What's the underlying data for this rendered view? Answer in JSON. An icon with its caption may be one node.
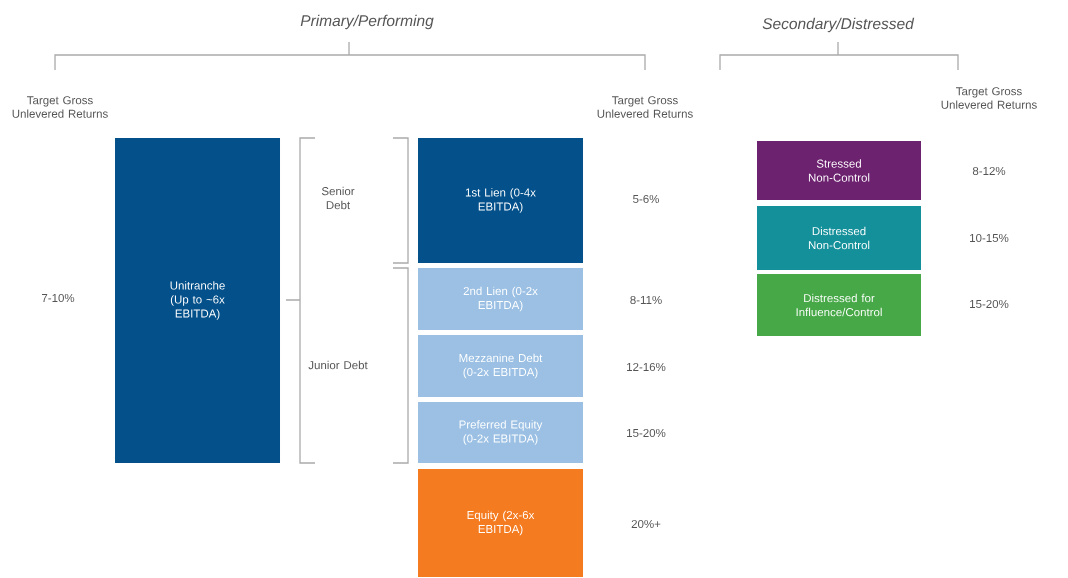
{
  "diagram": {
    "nodes": [
      {
        "text": [
          "Unitranche (Up to ~6x EBITDA)"
        ]
      },
      {
        "text": [
          "1st Lien (0-4x EBITDA)"
        ]
      },
      {
        "text": [
          "2nd Lien (0-2x EBITDA)"
        ]
      },
      {
        "text": [
          "Mezzanine Debt (0-2x EBITDA)"
        ]
      },
      {
        "text": [
          "Preferred Equity (0-2x EBITDA)"
        ]
      },
      {
        "text": [
          "Equity (2x-6x EBITDA)"
        ]
      },
      {
        "text": [
          "Stressed Non-Control"
        ]
      },
      {
        "text": [
          "Distressed Non-Control"
        ]
      },
      {
        "text": [
          "Distressed for Influence/Control"
        ]
      }
    ],
    "labels": [
      "Primary/Performing",
      "Secondary/Distressed",
      "Target Gross Unlevered Returns",
      "Target Gross Unlevered Returns",
      "Target Gross Unlevered Returns",
      "8-12%",
      "Senior Debt",
      "5-6%",
      "10-15%",
      "7-10%",
      "8-11%",
      "15-20%",
      "Junior Debt",
      "12-16%",
      "15-20%",
      "20%+"
    ]
  }
}
